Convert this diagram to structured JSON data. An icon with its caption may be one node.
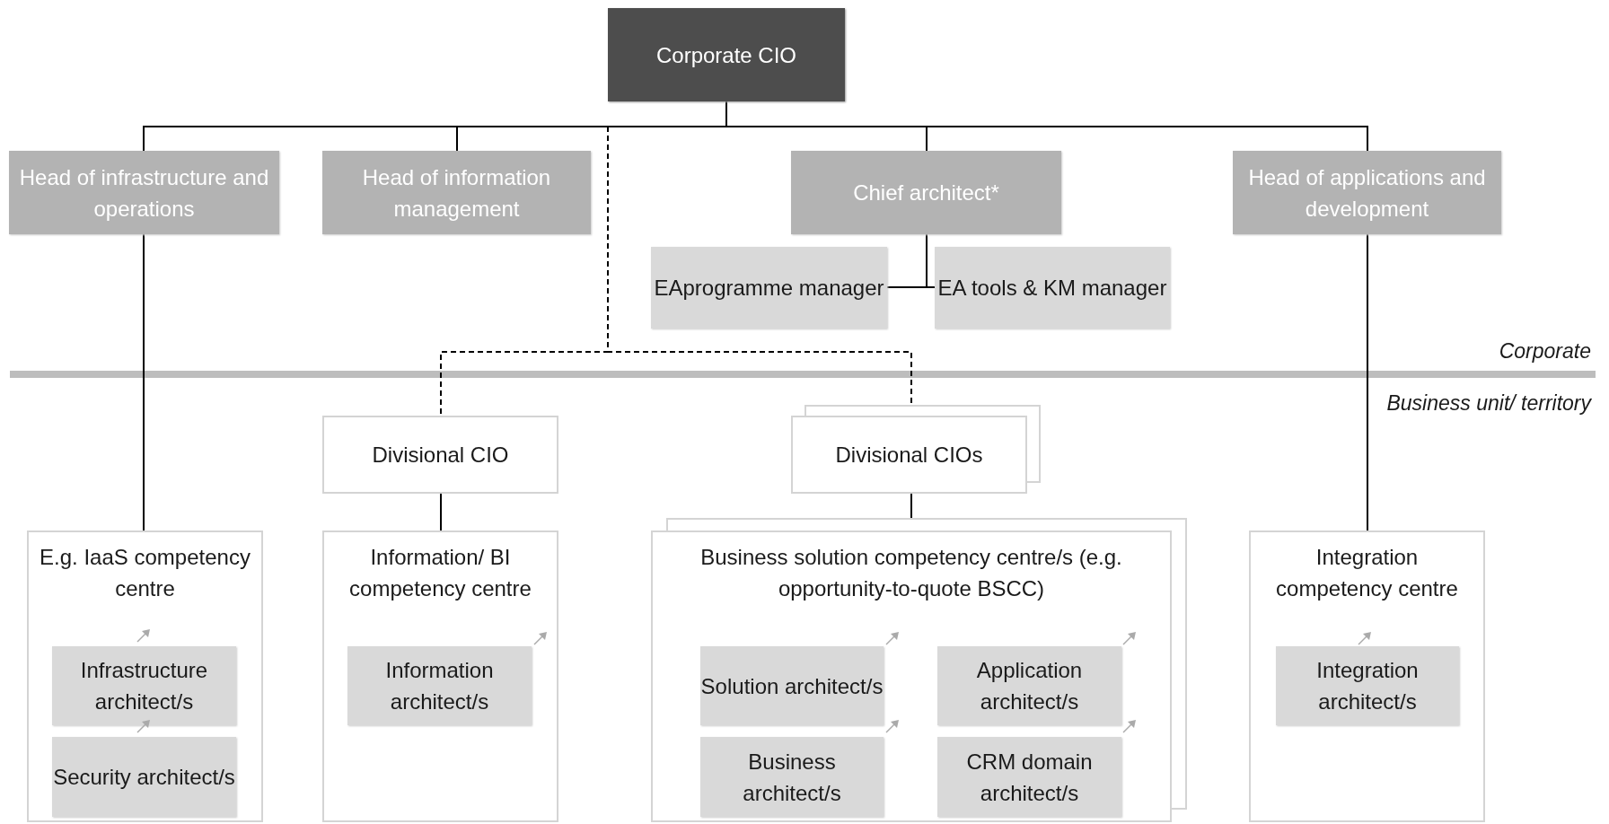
{
  "diagram": {
    "nodes": [
      {
        "text": [
          "Corporate CIO"
        ]
      },
      {
        "text": [
          "Head of infrastructure and operations"
        ]
      },
      {
        "text": [
          "Head of information management"
        ]
      },
      {
        "text": [
          "Chief architect*"
        ]
      },
      {
        "text": [
          "Head of applications and development"
        ]
      },
      {
        "text": [
          "EAprogramme manager"
        ]
      },
      {
        "text": [
          "EA tools & KM manager"
        ]
      },
      {
        "text": [
          "Divisional CIO"
        ]
      },
      {
        "text": [
          "Divisional CIOs"
        ]
      },
      {
        "text": [
          "E.g. IaaS competency centre"
        ]
      },
      {
        "text": [
          "Infrastructure architect/s"
        ],
        "in": 9
      },
      {
        "text": [
          "Security architect/s"
        ],
        "in": 9
      },
      {
        "text": [
          "Information/ BI competency centre"
        ]
      },
      {
        "text": [
          "Information architect/s"
        ],
        "in": 12
      },
      {
        "text": [
          "Business solution competency centre/s (e.g. opportunity-to-quote BSCC)"
        ]
      },
      {
        "text": [
          "Solution architect/s"
        ],
        "in": 14
      },
      {
        "text": [
          "Application architect/s"
        ],
        "in": 14
      },
      {
        "text": [
          "Business architect/s"
        ],
        "in": 14
      },
      {
        "text": [
          "CRM domain architect/s"
        ],
        "in": 14
      },
      {
        "text": [
          "Integration competency centre"
        ]
      },
      {
        "text": [
          "Integration architect/s"
        ],
        "in": 19
      }
    ],
    "edges": [
      {
        "from": 0,
        "to": 1,
        "arrow": "none"
      },
      {
        "from": 0,
        "to": 2,
        "arrow": "none"
      },
      {
        "from": 0,
        "to": 3,
        "arrow": "none"
      },
      {
        "from": 0,
        "to": 4,
        "arrow": "none"
      },
      {
        "from": 0,
        "to": 7,
        "arrow": "none",
        "style": "dashed"
      },
      {
        "from": 0,
        "to": 8,
        "arrow": "none",
        "style": "dashed"
      },
      {
        "from": 3,
        "to": 5,
        "arrow": "none"
      },
      {
        "from": 3,
        "to": 6,
        "arrow": "none"
      },
      {
        "from": 1,
        "to": 9,
        "arrow": "none"
      },
      {
        "from": 4,
        "to": 19,
        "arrow": "none"
      },
      {
        "from": 7,
        "to": 12,
        "arrow": "none"
      },
      {
        "from": 8,
        "to": 14,
        "arrow": "none"
      }
    ],
    "labels": [
      "Corporate",
      "Business unit/ territory"
    ]
  }
}
